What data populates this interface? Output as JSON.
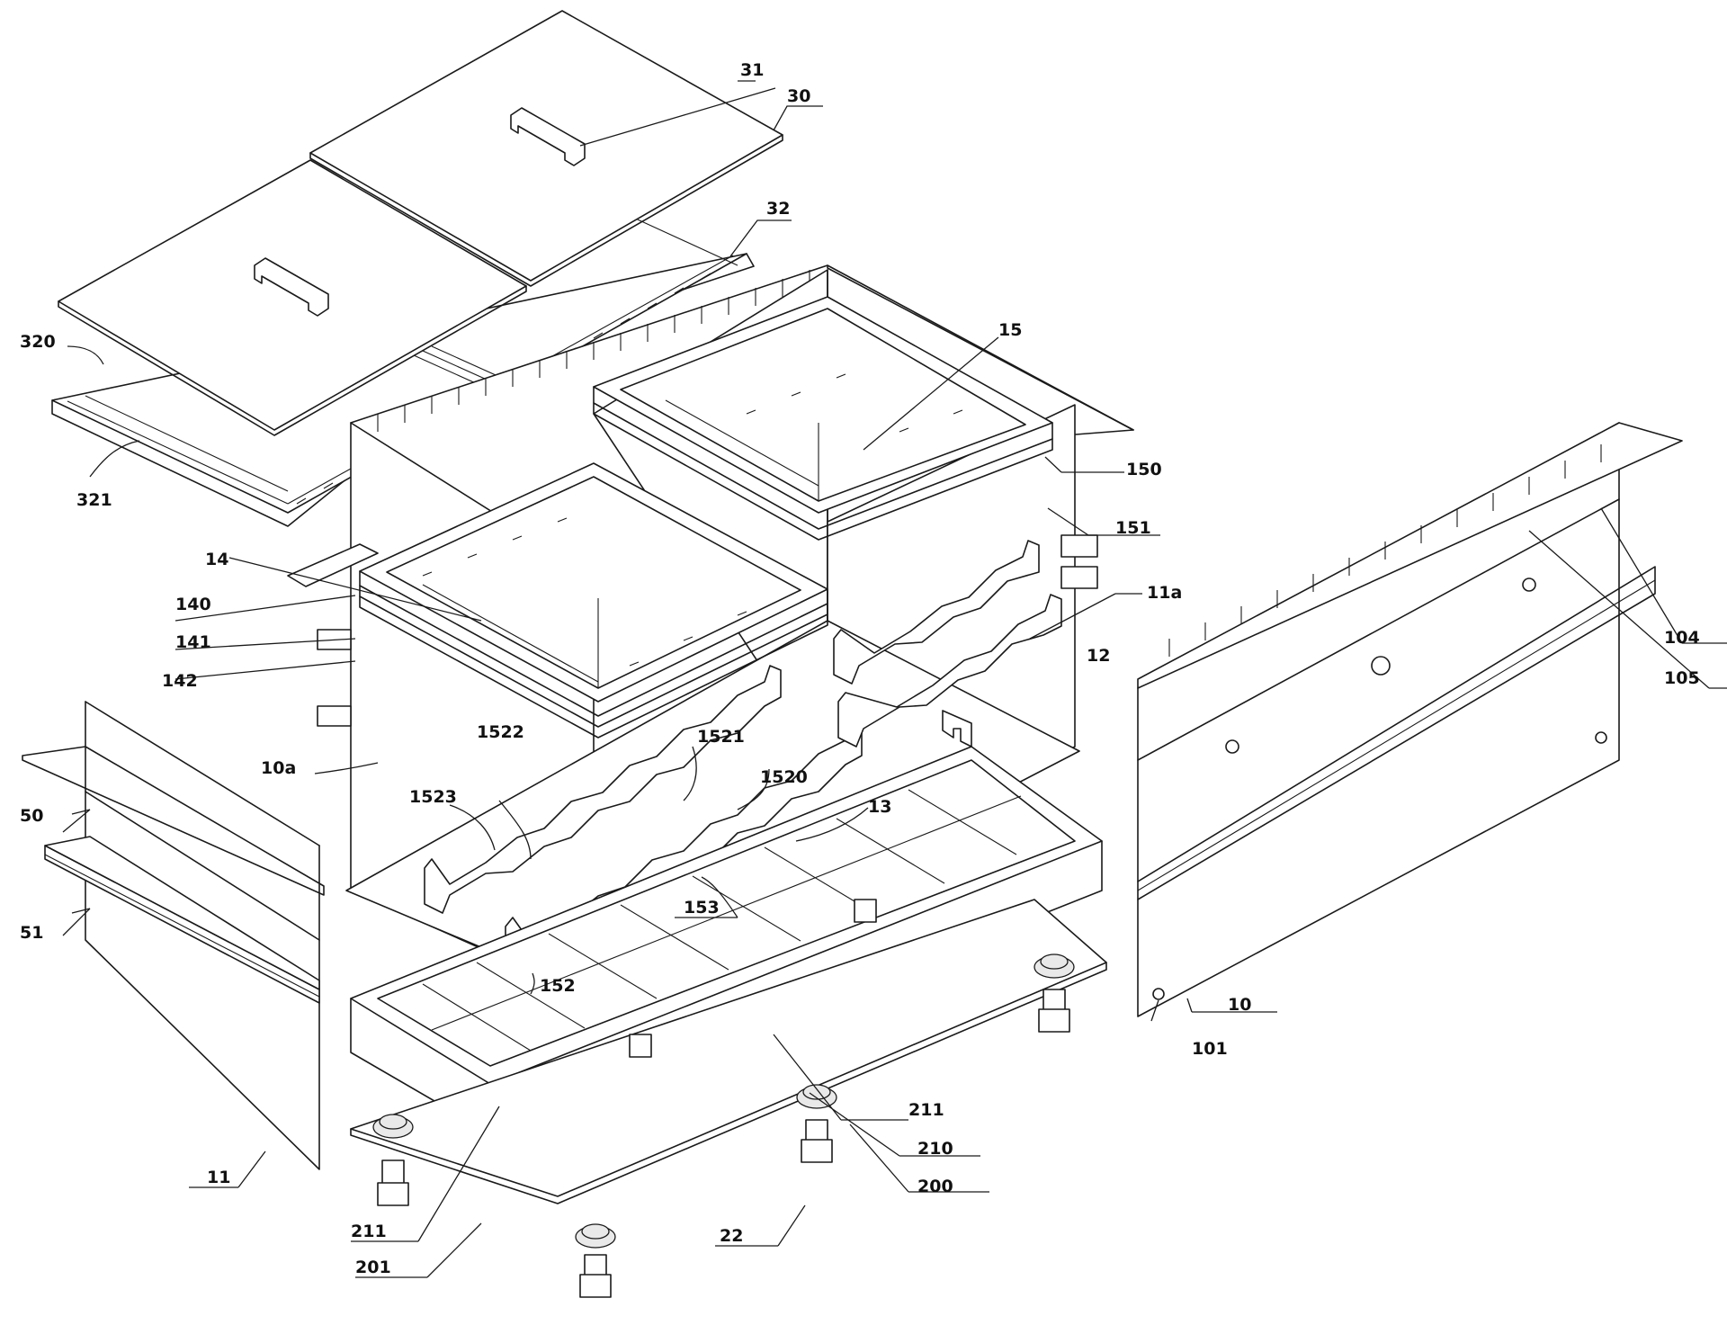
{
  "labels": {
    "l31": "31",
    "l30": "30",
    "l32": "32",
    "l320": "320",
    "l321": "321",
    "l15": "15",
    "l150": "150",
    "l151": "151",
    "l14": "14",
    "l140": "140",
    "l141": "141",
    "l142": "142",
    "l11a": "11a",
    "l12": "12",
    "l104": "104",
    "l105": "105",
    "l10a": "10a",
    "l1522": "1522",
    "l1521": "1521",
    "l1520": "1520",
    "l1523": "1523",
    "l13": "13",
    "l50": "50",
    "l51": "51",
    "l153": "153",
    "l152": "152",
    "l10": "10",
    "l101": "101",
    "l211a": "211",
    "l210": "210",
    "l200": "200",
    "l211b": "211",
    "l11": "11",
    "l22": "22",
    "l201": "201"
  }
}
